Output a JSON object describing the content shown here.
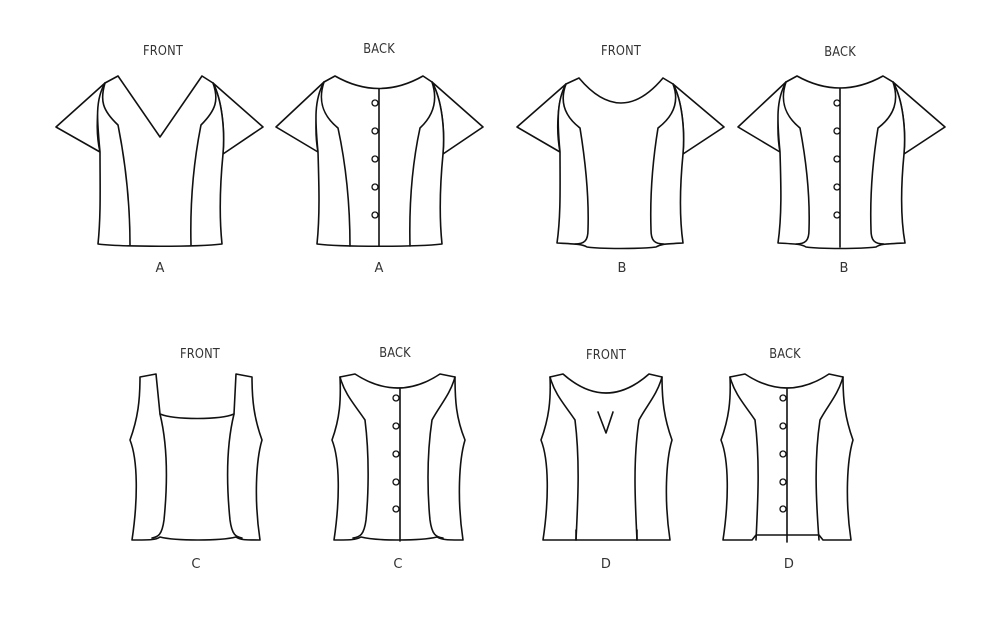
{
  "diagram": {
    "row1": {
      "a_front": {
        "view": "FRONT",
        "code": "A"
      },
      "a_back": {
        "view": "BACK",
        "code": "A"
      },
      "b_front": {
        "view": "FRONT",
        "code": "B"
      },
      "b_back": {
        "view": "BACK",
        "code": "B"
      }
    },
    "row2": {
      "c_front": {
        "view": "FRONT",
        "code": "C"
      },
      "c_back": {
        "view": "BACK",
        "code": "C"
      },
      "d_front": {
        "view": "FRONT",
        "code": "D"
      },
      "d_back": {
        "view": "BACK",
        "code": "D"
      }
    },
    "line_color": "#111111",
    "label_color": "#333333"
  }
}
